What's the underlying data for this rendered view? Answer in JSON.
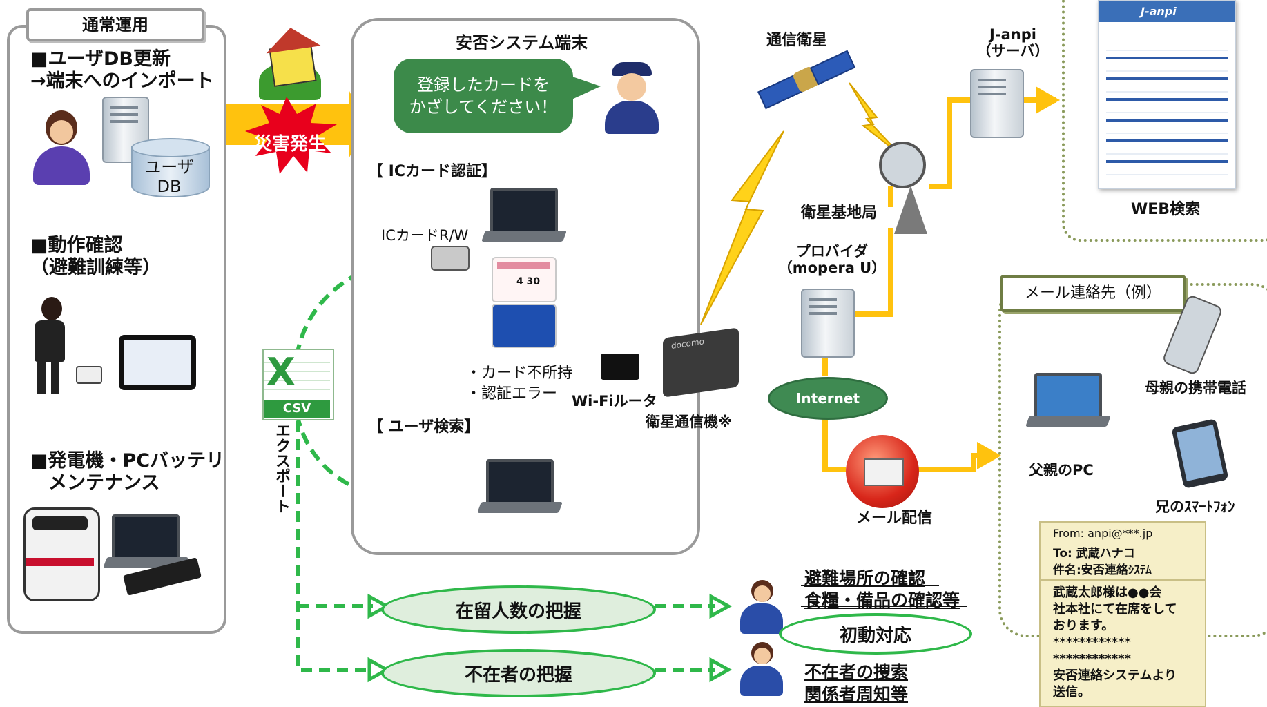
{
  "left_panel": {
    "tab": "通常運用",
    "sec1_line1": "■ユーザDB更新",
    "sec1_line2": "→端末へのインポート",
    "db_line1": "ユーザ",
    "db_line2": "DB",
    "sec2_line1": "■動作確認",
    "sec2_line2": "（避難訓練等）",
    "sec3_line1": "■発電機・PCバッテリ",
    "sec3_line2": "メンテナンス"
  },
  "disaster": {
    "label": "災害発生"
  },
  "terminal": {
    "title": "安否システム端末",
    "speech_line1": "登録したカードを",
    "speech_line2": "かざしてください！",
    "ic_auth": "【 ICカード認証】",
    "ic_rw": "ICカードR/W",
    "card_date": "4 30",
    "bullet1": "・カード不所持",
    "bullet2": "・認証エラー",
    "user_search": "【 ユーザ検索】"
  },
  "csv": {
    "label": "CSV",
    "excel_letter": "X",
    "export": "エクスポート"
  },
  "network": {
    "wifi": "Wi-Fiルータ",
    "sat_device": "衛星通信機※",
    "device_brand": "docomo",
    "satellite": "通信衛星",
    "base_station": "衛星基地局",
    "server_line1": "J-anpi",
    "server_line2": "（サーバ）",
    "provider_line1": "プロバイダ",
    "provider_line2": "（mopera U）",
    "internet": "Internet",
    "mail": "メール配信"
  },
  "web": {
    "logo": "J-anpi",
    "caption": "WEB検索"
  },
  "contacts": {
    "tab": "メール連絡先（例）",
    "mother": "母親の携帯電話",
    "father": "父親のPC",
    "brother": "兄のｽﾏｰﾄﾌｫﾝ"
  },
  "email": {
    "from": "From: anpi@***.jp",
    "to": "To: 武蔵ハナコ",
    "subject": "件名:安否連絡ｼｽﾃﾑ",
    "body1": "武蔵太郎様は●●会",
    "body2": "社本社にて在席をして",
    "body3": "おります。",
    "stars1": "************",
    "stars2": "************",
    "foot1": "安否連絡システムより",
    "foot2": "送信。"
  },
  "actions": {
    "stay_count": "在留人数の把握",
    "absent": "不在者の把握",
    "r1_line1": "避難場所の確認",
    "r1_line2": "食糧・備品の確認等",
    "initial": "初動対応",
    "r2_line1": "不在者の捜索",
    "r2_line2": "関係者周知等"
  },
  "colors": {
    "green": "#2fb84a",
    "orange": "#ffc20e",
    "red": "#e8001c",
    "gray": "#9a9a9a"
  }
}
